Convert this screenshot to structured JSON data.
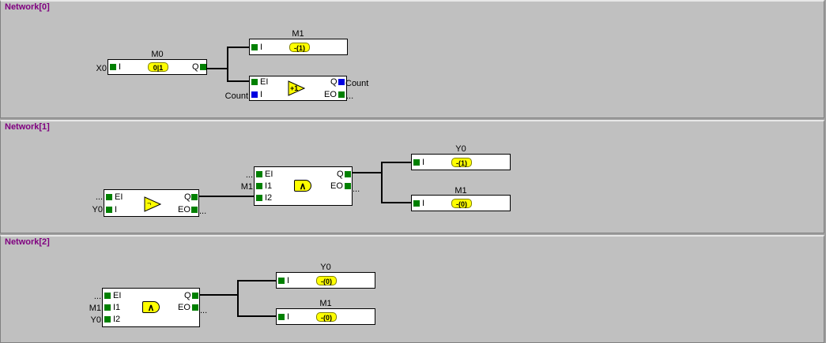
{
  "networks": [
    {
      "title": "Network[0]",
      "blocks": {
        "m0": {
          "name": "M0",
          "in": "X0",
          "pin_i": "I",
          "pin_q": "Q",
          "symbol": "0|1"
        },
        "m1": {
          "name": "M1",
          "pin_i": "I",
          "symbol": "-(1)"
        },
        "counter": {
          "pin_ei": "EI",
          "pin_i": "I",
          "pin_q": "Q",
          "pin_eo": "EO",
          "in": "Count",
          "out": "Count",
          "out_eo": "...",
          "symbol": "+1"
        }
      }
    },
    {
      "title": "Network[1]",
      "blocks": {
        "neg": {
          "in_ei": "...",
          "in_i": "Y0",
          "pin_ei": "EI",
          "pin_i": "I",
          "pin_q": "Q",
          "pin_eo": "EO",
          "out_eo": "...",
          "symbol": "¬"
        },
        "and": {
          "in_ei": "...",
          "in_i1": "M1",
          "pin_ei": "EI",
          "pin_i1": "I1",
          "pin_i2": "I2",
          "pin_q": "Q",
          "pin_eo": "EO",
          "out_eo": "...",
          "symbol": "∧"
        },
        "y0": {
          "name": "Y0",
          "pin_i": "I",
          "symbol": "-(1)"
        },
        "m1": {
          "name": "M1",
          "pin_i": "I",
          "symbol": "-(0)"
        }
      }
    },
    {
      "title": "Network[2]",
      "blocks": {
        "and": {
          "in_ei": "...",
          "in_i1": "M1",
          "in_i2": "Y0",
          "pin_ei": "EI",
          "pin_i1": "I1",
          "pin_i2": "I2",
          "pin_q": "Q",
          "pin_eo": "EO",
          "out_eo": "...",
          "symbol": "∧"
        },
        "y0": {
          "name": "Y0",
          "pin_i": "I",
          "symbol": "-(0)"
        },
        "m1": {
          "name": "M1",
          "pin_i": "I",
          "symbol": "-(0)"
        }
      }
    }
  ],
  "colors": {
    "title": "#800080",
    "pin": "#008000",
    "pin_var": "#0000e0",
    "symbol": "#ffff00",
    "panel": "#c0c0c0"
  }
}
